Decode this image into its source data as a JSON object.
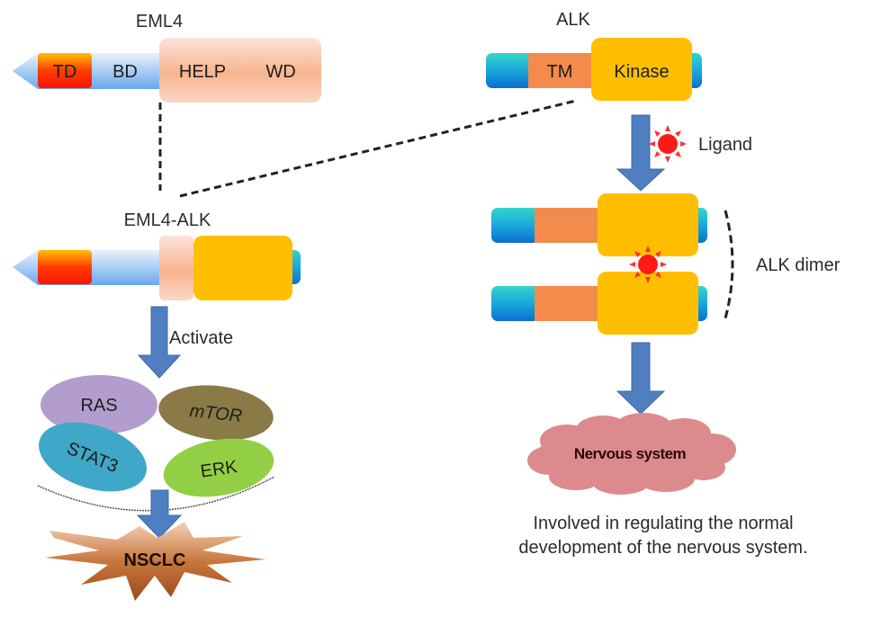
{
  "title_eml4": "EML4",
  "title_alk": "ALK",
  "title_fusion": "EML4-ALK",
  "eml4_domains": {
    "td": "TD",
    "bd": "BD",
    "help": "HELP",
    "wd": "WD"
  },
  "alk_domains": {
    "tm": "TM",
    "kinase": "Kinase"
  },
  "ligand_label": "Ligand",
  "dimer_label": "ALK dimer",
  "activate_label": "Activate",
  "pathways": {
    "ras": "RAS",
    "mtor": "mTOR",
    "stat3": "STAT3",
    "erk": "ERK"
  },
  "outcome_left": "NSCLC",
  "outcome_right": "Nervous system",
  "description_lines": [
    "Involved in regulating the normal",
    "development of the nervous system."
  ],
  "colors": {
    "td": "#ff2a00",
    "bd": "#8fc0f5",
    "help_wd": "#f9c09c",
    "kinase": "#ffbf00",
    "tm": "#f38b4c",
    "ecd": "#1aaad8",
    "arrow": "#4f7fc0",
    "ligand": "#ff1a1a",
    "ras": "#b39dce",
    "mtor": "#8a7a45",
    "stat3": "#3fa7c7",
    "erk": "#93cf45",
    "nsclc": "#b8642c",
    "nervous": "#dd8a8e"
  }
}
